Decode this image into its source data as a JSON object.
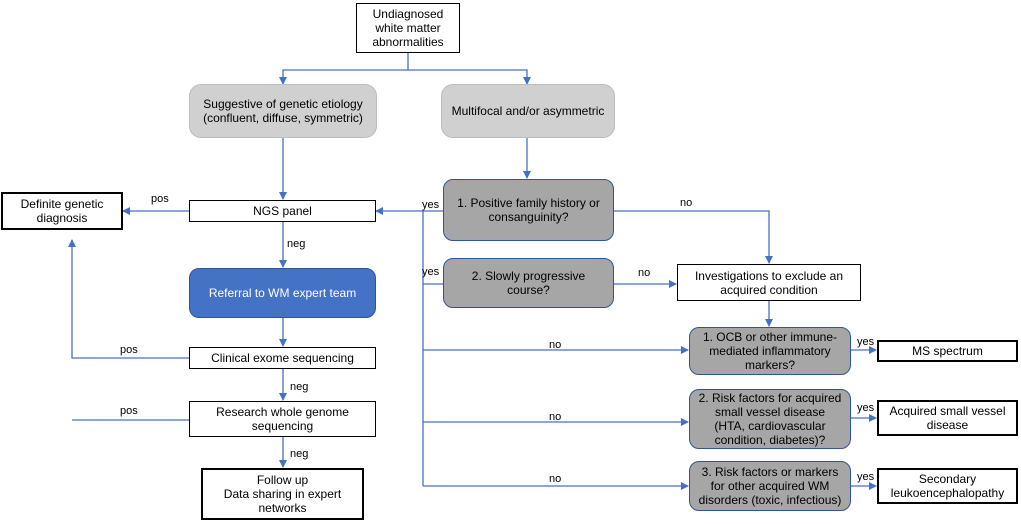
{
  "colors": {
    "connector": "#4472c4",
    "light_gray_box": "#d0d0d0",
    "dark_gray_box": "#a6a6a6",
    "blue_box": "#4472c4",
    "box_border": "#000000"
  },
  "nodes": {
    "start": "Undiagnosed\nwhite matter\nabnormalities",
    "genetic_etiology": "Suggestive of genetic etiology\n(confluent, diffuse, symmetric)",
    "multifocal": "Multifocal and/or asymmetric",
    "definite_diagnosis": "Definite genetic\ndiagnosis",
    "ngs_panel": "NGS panel",
    "family_history": "1. Positive family history or\nconsanguinity?",
    "referral": "Referral to WM expert team",
    "slowly_progressive": "2. Slowly progressive\ncourse?",
    "investigations": "Investigations to exclude an\nacquired condition",
    "clinical_exome": "Clinical exome sequencing",
    "ocb": "1. OCB or other immune-\nmediated inflammatory\nmarkers?",
    "ms_spectrum": "MS spectrum",
    "research_genome": "Research whole genome\nsequencing",
    "risk_small_vessel": "2. Risk factors for acquired\nsmall vessel disease\n(HTA, cardiovascular\ncondition, diabetes)?",
    "acquired_small_vessel": "Acquired small vessel\ndisease",
    "risk_other": "3. Risk factors or markers\nfor other acquired WM\ndisorders (toxic, infectious)",
    "secondary_leuko": "Secondary\nleukoencephalopathy",
    "follow_up": "Follow up\nData sharing in expert\nnetworks"
  },
  "edge_labels": {
    "pos_ngs": "pos",
    "yes_family": "yes",
    "no_family": "no",
    "neg_ngs": "neg",
    "yes_slow": "yes",
    "no_slow": "no",
    "pos_clinical": "pos",
    "no_ocb": "no",
    "yes_ocb": "yes",
    "neg_clinical": "neg",
    "pos_research": "pos",
    "no_risk_small": "no",
    "yes_risk_small": "yes",
    "neg_research": "neg",
    "no_risk_other": "no",
    "yes_risk_other": "yes"
  }
}
